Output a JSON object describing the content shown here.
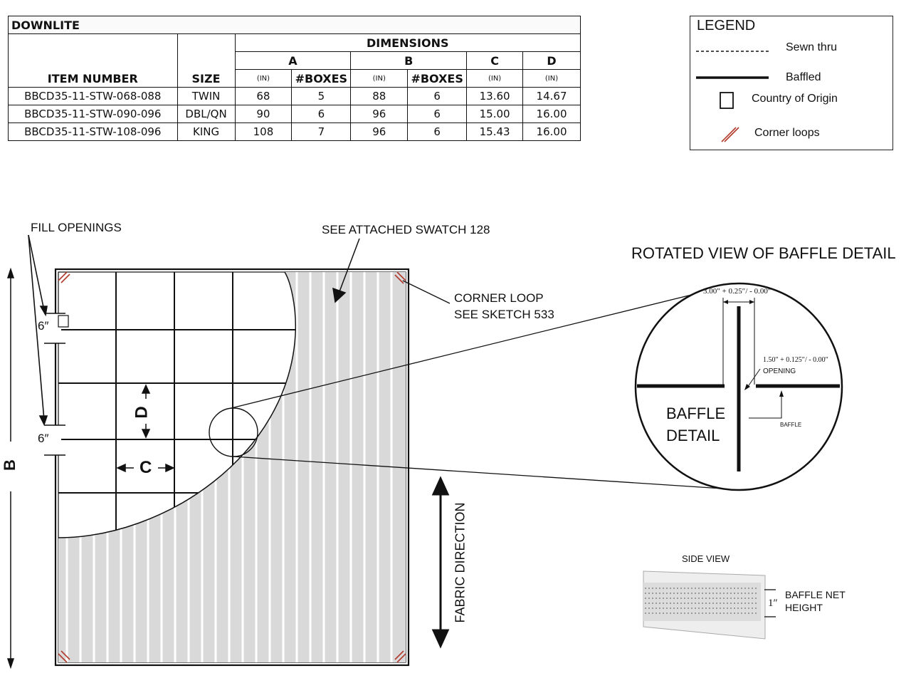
{
  "table": {
    "title": "DOWNLITE",
    "header": {
      "item_number": "ITEM NUMBER",
      "size": "SIZE",
      "dimensions": "DIMENSIONS",
      "col_a": "A",
      "col_b": "B",
      "col_c": "C",
      "col_d": "D",
      "unit": "(IN)",
      "boxes": "#BOXES"
    },
    "rows": [
      {
        "item": "BBCD35-11-STW-068-088",
        "size": "TWIN",
        "a_in": "68",
        "a_boxes": "5",
        "b_in": "88",
        "b_boxes": "6",
        "c_in": "13.60",
        "d_in": "14.67"
      },
      {
        "item": "BBCD35-11-STW-090-096",
        "size": "DBL/QN",
        "a_in": "90",
        "a_boxes": "6",
        "b_in": "96",
        "b_boxes": "6",
        "c_in": "15.00",
        "d_in": "16.00"
      },
      {
        "item": "BBCD35-11-STW-108-096",
        "size": "KING",
        "a_in": "108",
        "a_boxes": "7",
        "b_in": "96",
        "b_boxes": "6",
        "c_in": "15.43",
        "d_in": "16.00"
      }
    ]
  },
  "legend": {
    "title": "LEGEND",
    "items": [
      {
        "label": "Sewn thru",
        "icon": "dashed-line"
      },
      {
        "label": "Baffled",
        "icon": "solid-line"
      },
      {
        "label": "Country of Origin",
        "icon": "square-outline"
      },
      {
        "label": "Corner loops",
        "icon": "red-double-slash"
      }
    ]
  },
  "diagram": {
    "fill_openings": "FILL OPENINGS",
    "swatch_note": "SEE ATTACHED SWATCH 128",
    "corner_loop_line1": "CORNER LOOP",
    "corner_loop_line2": "SEE SKETCH 533",
    "opening_top": "6″",
    "opening_bottom": "6″",
    "dim_b": "B",
    "dim_c": "C",
    "dim_d": "D",
    "fabric_direction": "FABRIC DIRECTION",
    "loop_color": "#b23a2c",
    "fabric_color": "#d9d9d9"
  },
  "detail": {
    "title": "ROTATED VIEW OF BAFFLE DETAIL",
    "width_spec": "3.00″ + 0.25″/ - 0.00″",
    "opening_spec": "1.50″ + 0.125″/ - 0.00″",
    "opening_label": "OPENING",
    "baffle_label": "BAFFLE",
    "detail_line1": "BAFFLE",
    "detail_line2": "DETAIL"
  },
  "side_view": {
    "title": "SIDE VIEW",
    "height": "1″",
    "net_line1": "BAFFLE NET",
    "net_line2": "HEIGHT"
  }
}
